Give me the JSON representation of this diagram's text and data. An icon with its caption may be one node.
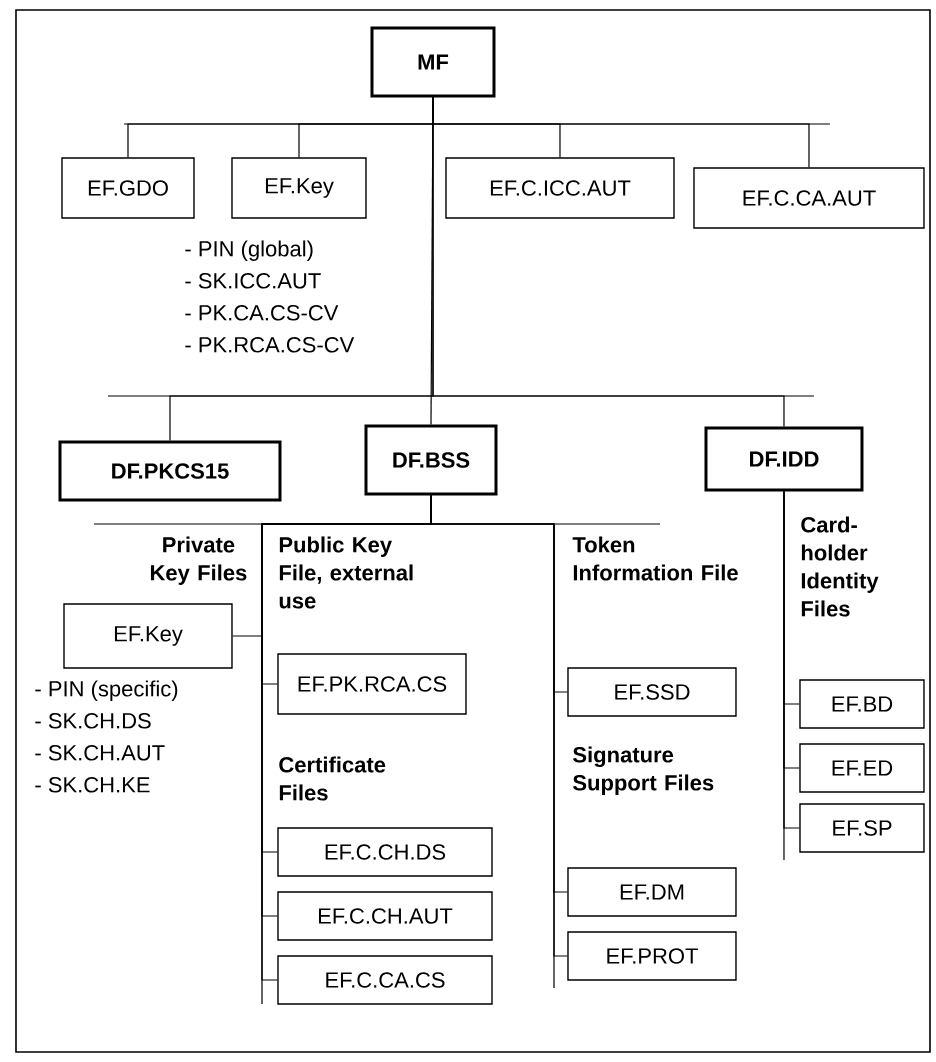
{
  "diagram": {
    "nodes": [
      {
        "text": [
          "MF"
        ]
      },
      {
        "text": [
          "EF.GDO"
        ]
      },
      {
        "text": [
          "EF.Key"
        ],
        "beside": [
          "- PIN (global)",
          "- SK.ICC.AUT",
          "- PK.CA.CS-CV",
          "- PK.RCA.CS-CV"
        ]
      },
      {
        "text": [
          "EF.C.ICC.AUT"
        ]
      },
      {
        "text": [
          "EF.C.CA.AUT"
        ]
      },
      {
        "text": [
          "DF.PKCS15"
        ]
      },
      {
        "text": [
          "DF.BSS"
        ]
      },
      {
        "text": [
          "DF.IDD"
        ]
      },
      {
        "text": [
          "EF.Key"
        ],
        "beside": [
          "- PIN (specific)",
          "- SK.CH.DS",
          "- SK.CH.AUT",
          "- SK.CH.KE"
        ]
      },
      {
        "text": [
          "EF.PK.RCA.CS"
        ]
      },
      {
        "text": [
          "EF.C.CH.DS"
        ]
      },
      {
        "text": [
          "EF.C.CH.AUT"
        ]
      },
      {
        "text": [
          "EF.C.CA.CS"
        ]
      },
      {
        "text": [
          "EF.SSD"
        ]
      },
      {
        "text": [
          "EF.DM"
        ]
      },
      {
        "text": [
          "EF.PROT"
        ]
      },
      {
        "text": [
          "EF.BD"
        ]
      },
      {
        "text": [
          "EF.ED"
        ]
      },
      {
        "text": [
          "EF.SP"
        ]
      }
    ],
    "edges": [
      {
        "from": 0,
        "to": 1,
        "arrow": "none"
      },
      {
        "from": 0,
        "to": 2,
        "arrow": "none"
      },
      {
        "from": 0,
        "to": 3,
        "arrow": "none"
      },
      {
        "from": 0,
        "to": 4,
        "arrow": "none"
      },
      {
        "from": 0,
        "to": 5,
        "arrow": "none"
      },
      {
        "from": 0,
        "to": 6,
        "arrow": "none"
      },
      {
        "from": 0,
        "to": 7,
        "arrow": "none"
      },
      {
        "from": 6,
        "to": 8,
        "arrow": "none"
      },
      {
        "from": 6,
        "to": 9,
        "arrow": "none"
      },
      {
        "from": 6,
        "to": 10,
        "arrow": "none"
      },
      {
        "from": 6,
        "to": 11,
        "arrow": "none"
      },
      {
        "from": 6,
        "to": 12,
        "arrow": "none"
      },
      {
        "from": 6,
        "to": 13,
        "arrow": "none"
      },
      {
        "from": 6,
        "to": 14,
        "arrow": "none"
      },
      {
        "from": 6,
        "to": 15,
        "arrow": "none"
      },
      {
        "from": 7,
        "to": 16,
        "arrow": "none"
      },
      {
        "from": 7,
        "to": 17,
        "arrow": "none"
      },
      {
        "from": 7,
        "to": 18,
        "arrow": "none"
      }
    ],
    "labels": [
      "Private Key Files",
      "Public Key File, external use",
      "Certificate Files",
      "Token Information File",
      "Signature Support Files",
      "Card-holder Identity Files"
    ]
  }
}
